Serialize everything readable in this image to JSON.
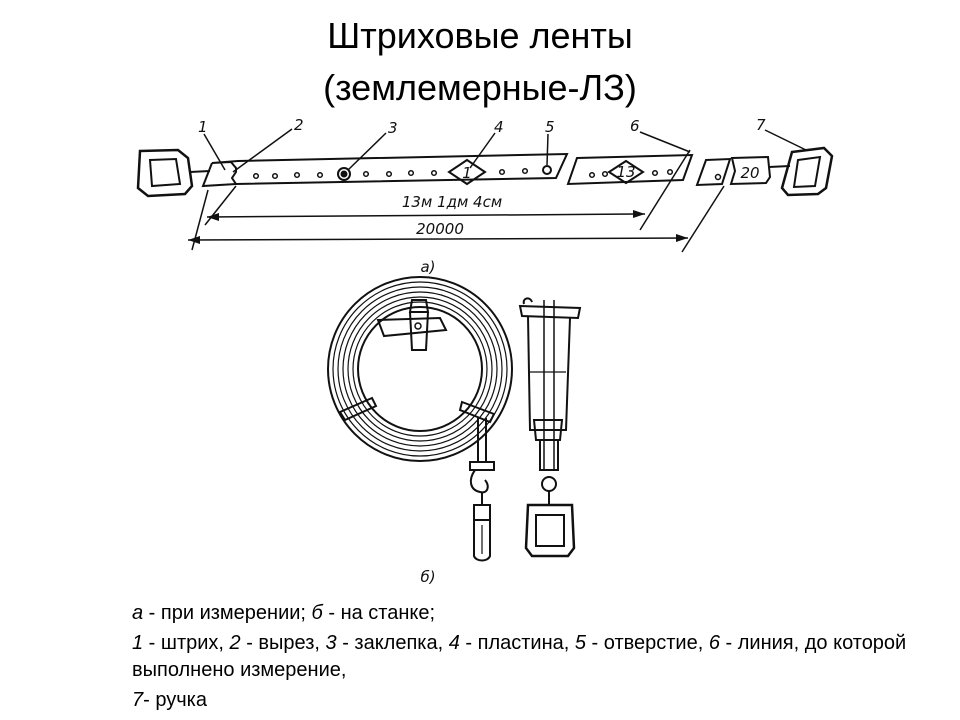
{
  "title": {
    "line1": "Штриховые ленты",
    "line2": "(землемерные-ЛЗ)"
  },
  "figure_a": {
    "callouts": [
      "1",
      "2",
      "3",
      "4",
      "5",
      "6",
      "7"
    ],
    "plate_4_number": "1",
    "plate_13_number": "13",
    "end_plate_number": "20",
    "dim_partial": "13м 1дм 4см",
    "dim_total": "20000",
    "caption": "а)"
  },
  "figure_b": {
    "caption": "б)"
  },
  "legend": {
    "line1": {
      "a_label": "а",
      "a_text": " - при измерении; ",
      "b_label": "б",
      "b_text": " - на станке;"
    },
    "line2": {
      "n1": "1",
      "t1": " - штрих, ",
      "n2": "2",
      "t2": " - вырез, ",
      "n3": "3",
      "t3": " - заклепка, ",
      "n4": "4",
      "t4": " - пластина, ",
      "n5": "5",
      "t5": " - отверстие, ",
      "n6": "6",
      "t6": " - линия, до которой выполнено измерение,"
    },
    "line3": {
      "n7": "7",
      "t7": "- ручка"
    }
  }
}
